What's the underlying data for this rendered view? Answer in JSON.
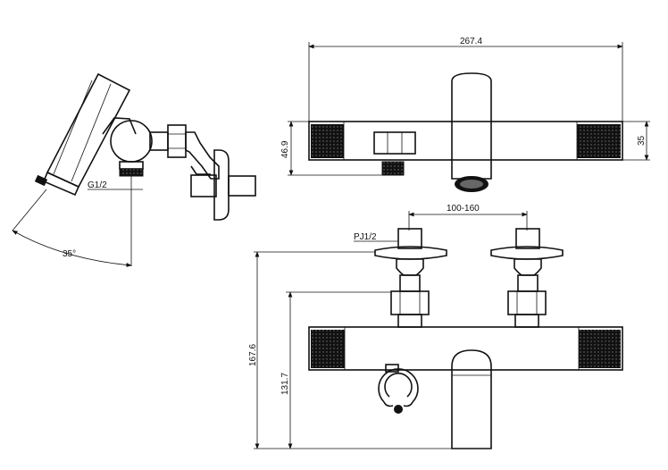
{
  "dimensions": {
    "overall_width": "267.4",
    "body_height": "46.9",
    "body_diameter": "35",
    "center_distance": "100-160",
    "inlet_thread": "PJ1/2",
    "total_height": "167.6",
    "outlet_height": "131.7",
    "shower_thread": "G1/2",
    "spout_angle": "35°"
  },
  "colors": {
    "line": "#111111",
    "background": "#ffffff"
  }
}
